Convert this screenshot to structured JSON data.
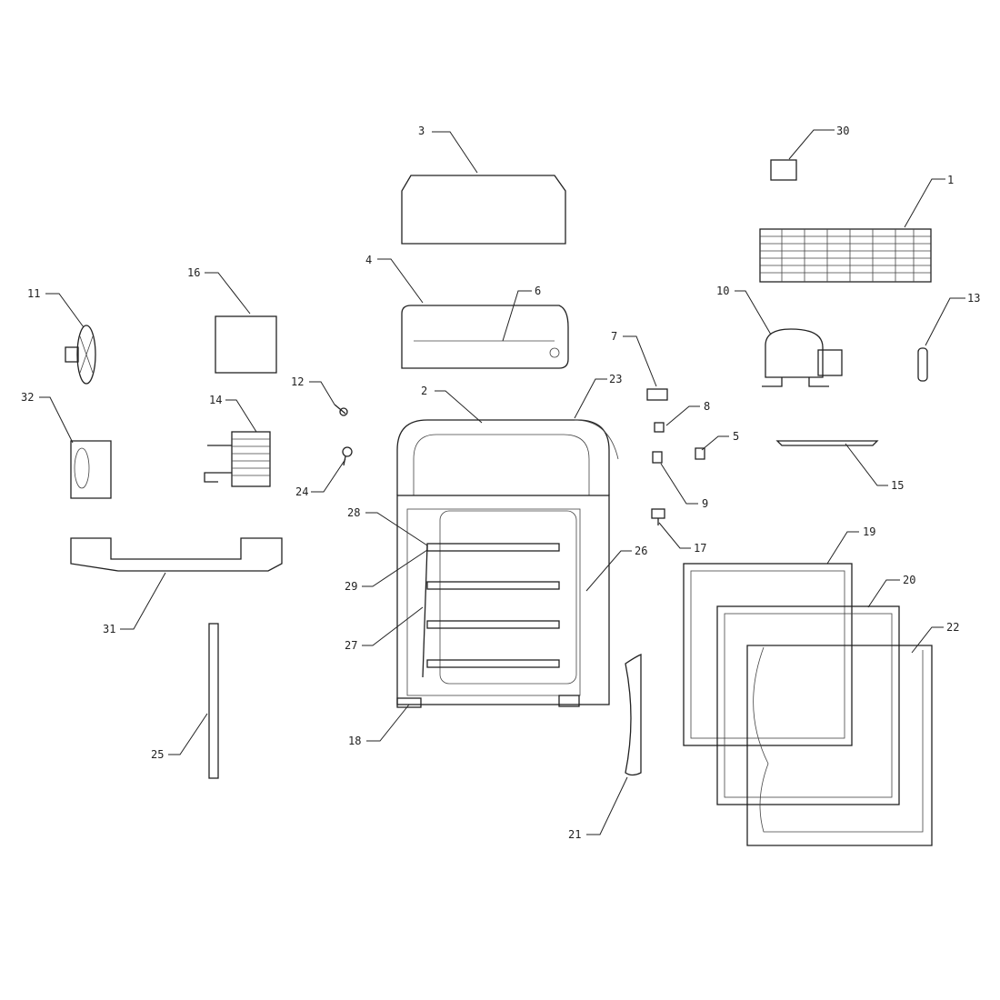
{
  "diagram": {
    "type": "exploded-parts-diagram",
    "subject": "refrigerator",
    "callouts": {
      "c1": "1",
      "c2": "2",
      "c3": "3",
      "c4": "4",
      "c5": "5",
      "c6": "6",
      "c7": "7",
      "c8": "8",
      "c9": "9",
      "c10": "10",
      "c11": "11",
      "c12": "12",
      "c13": "13",
      "c14": "14",
      "c15": "15",
      "c16": "16",
      "c17": "17",
      "c18": "18",
      "c19": "19",
      "c20": "20",
      "c21": "21",
      "c22": "22",
      "c23": "23",
      "c24": "24",
      "c25": "25",
      "c26": "26",
      "c27": "27",
      "c28": "28",
      "c29": "29",
      "c30": "30",
      "c31": "31",
      "c32": "32"
    }
  }
}
